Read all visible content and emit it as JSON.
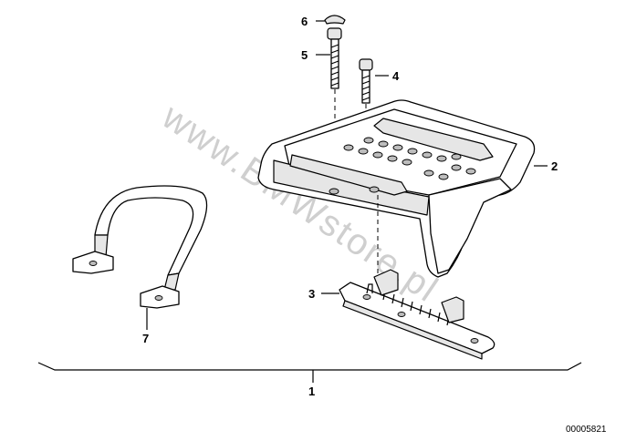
{
  "diagram": {
    "watermark": "www.BMWstore.pl",
    "document_number": "00005821",
    "callouts": [
      {
        "id": "callout-1",
        "label": "1"
      },
      {
        "id": "callout-2",
        "label": "2"
      },
      {
        "id": "callout-3",
        "label": "3"
      },
      {
        "id": "callout-4",
        "label": "4"
      },
      {
        "id": "callout-5",
        "label": "5"
      },
      {
        "id": "callout-6",
        "label": "6"
      },
      {
        "id": "callout-7",
        "label": "7"
      }
    ]
  }
}
